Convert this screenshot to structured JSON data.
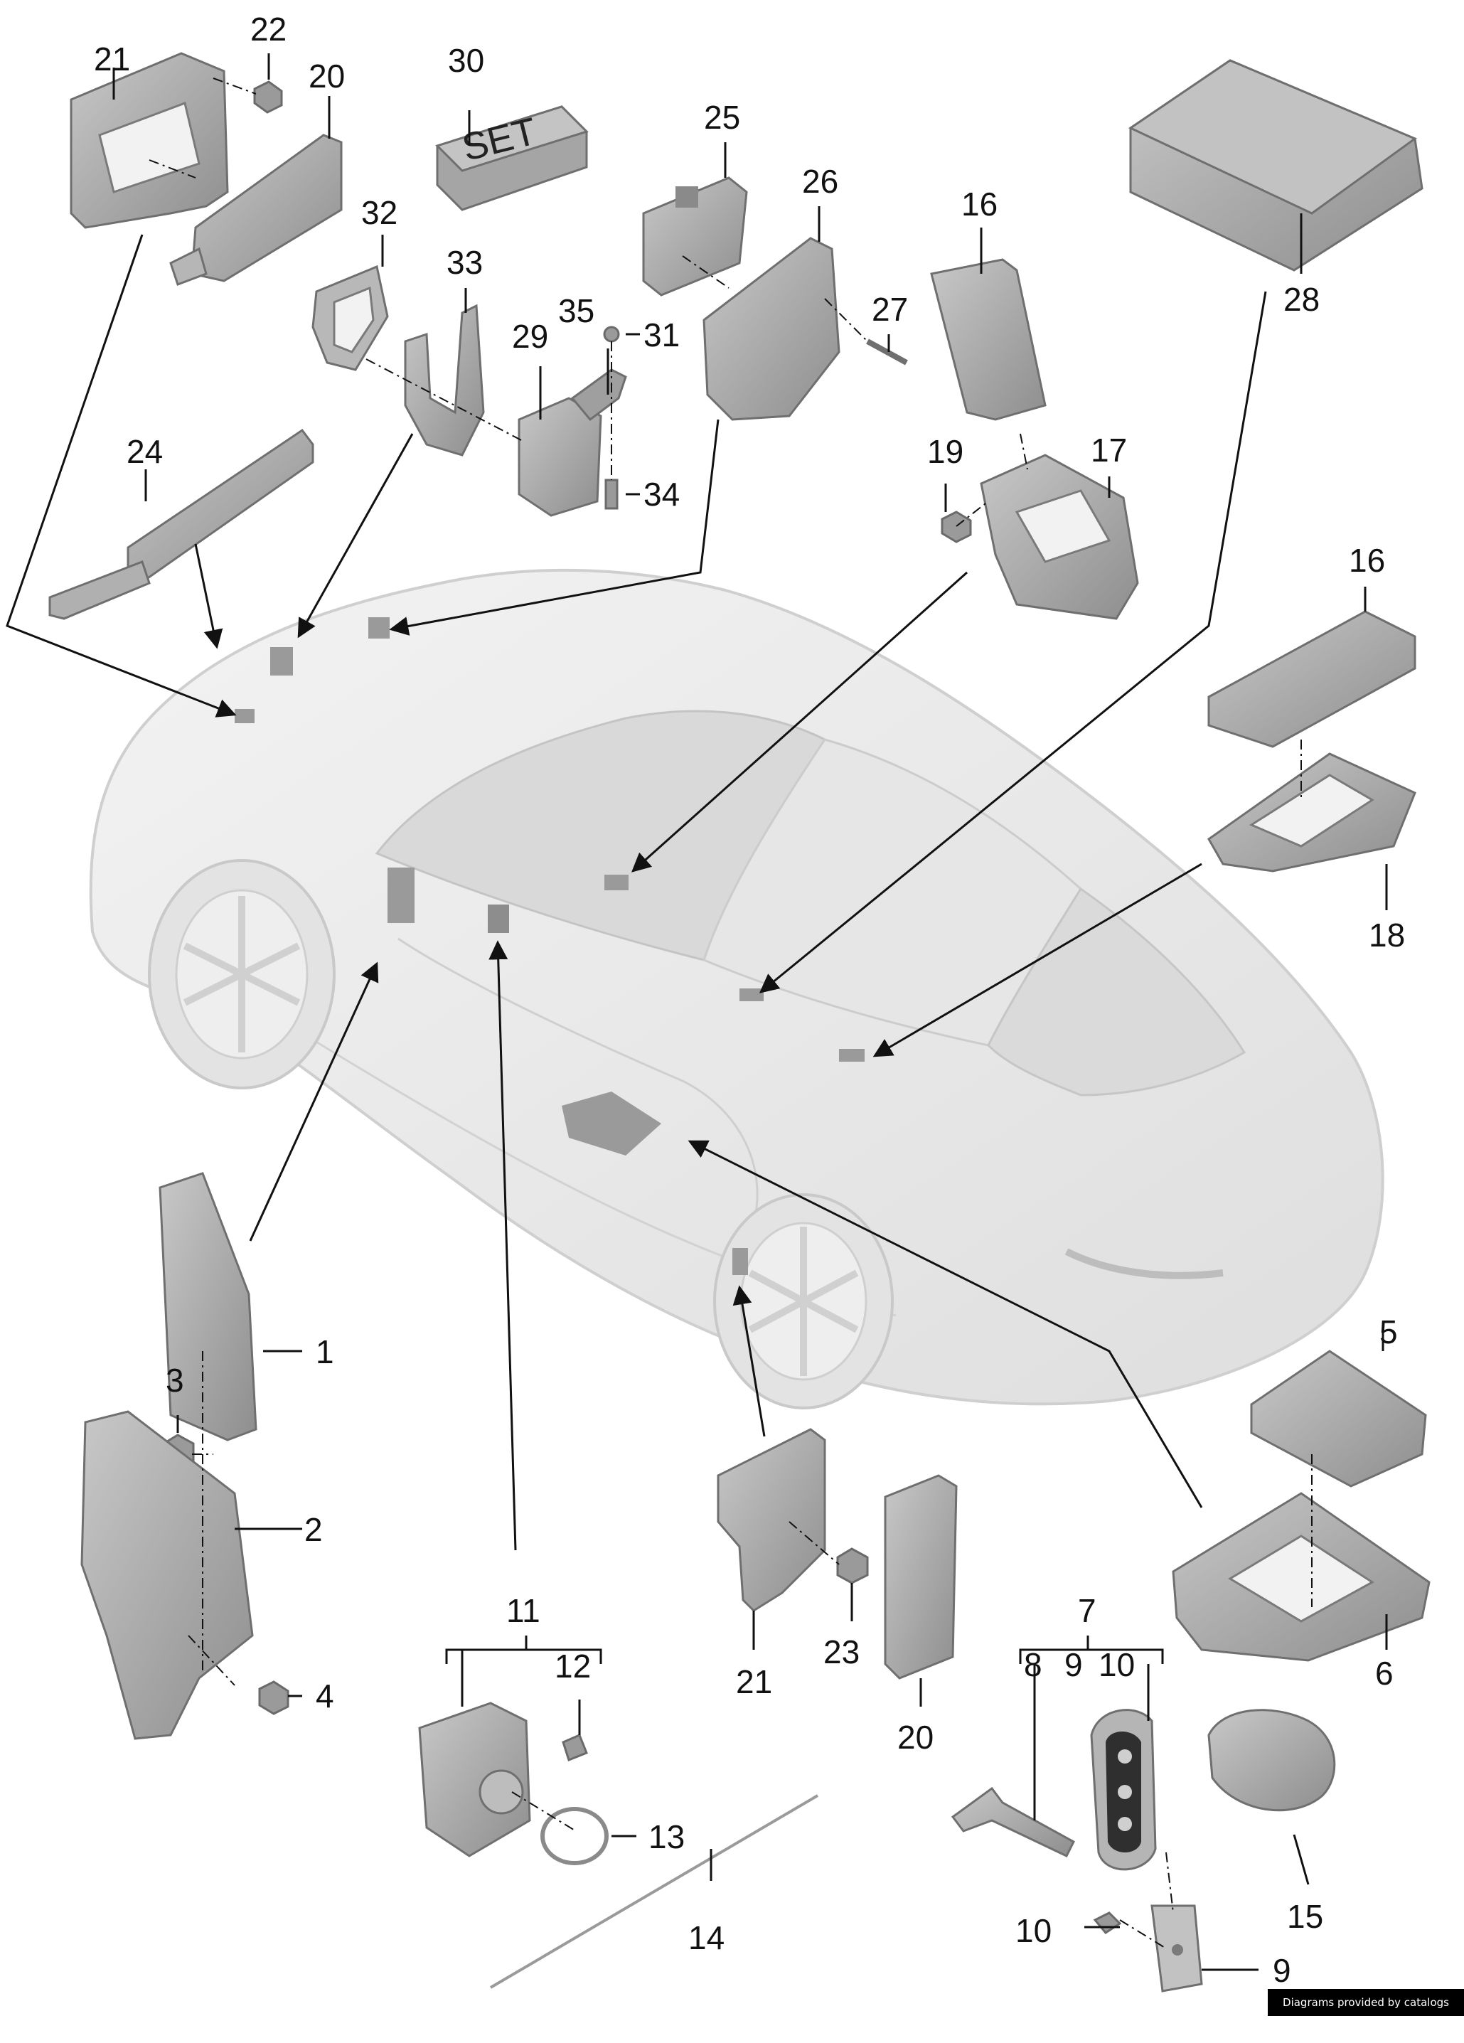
{
  "credit": "Diagrams provided by catalogs parts",
  "set_box_label": "SET",
  "callouts": {
    "c1": "1",
    "c2": "2",
    "c3": "3",
    "c4": "4",
    "c5": "5",
    "c6": "6",
    "c7": "7",
    "c8": "8",
    "c9a": "9",
    "c10a": "10",
    "c9b": "9",
    "c10b": "10",
    "c11": "11",
    "c12": "12",
    "c13": "13",
    "c14": "14",
    "c15": "15",
    "c16a": "16",
    "c16b": "16",
    "c17": "17",
    "c18": "18",
    "c19": "19",
    "c20a": "20",
    "c20b": "20",
    "c21a": "21",
    "c21b": "21",
    "c22": "22",
    "c23": "23",
    "c24": "24",
    "c25": "25",
    "c26": "26",
    "c27": "27",
    "c28": "28",
    "c29": "29",
    "c30": "30",
    "c31": "31",
    "c32": "32",
    "c33": "33",
    "c34": "34",
    "c35": "35"
  },
  "colors": {
    "car_body": "#ececec",
    "car_outline": "#cfcfcf",
    "part_fill": "#a9a9a9",
    "part_dark": "#7a7a7a",
    "line": "#111111",
    "credit_bg": "#000000"
  }
}
